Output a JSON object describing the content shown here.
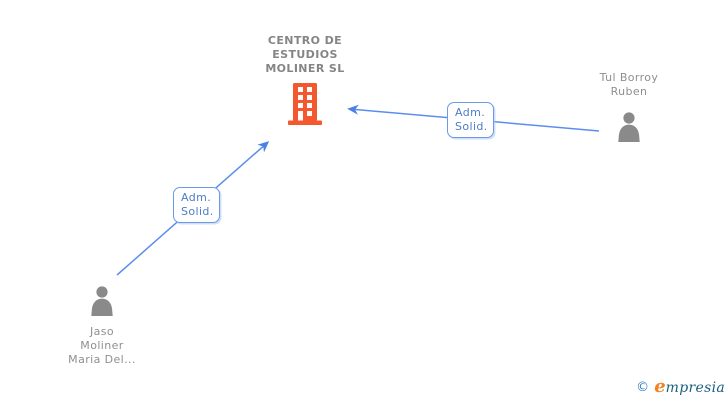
{
  "diagram": {
    "company": {
      "name": "CENTRO DE ESTUDIOS MOLINER SL",
      "lines": [
        "CENTRO DE",
        "ESTUDIOS",
        "MOLINER SL"
      ],
      "icon": "building-icon",
      "icon_color": "#f4582e"
    },
    "persons": [
      {
        "name": "Tul Borroy Ruben",
        "lines": [
          "Tul Borroy",
          "Ruben"
        ],
        "icon": "person-icon",
        "icon_color": "#8a8a8a"
      },
      {
        "name": "Jaso Moliner Maria Del...",
        "lines": [
          "Jaso",
          "Moliner",
          "Maria Del..."
        ],
        "icon": "person-icon",
        "icon_color": "#8a8a8a"
      }
    ],
    "edges": [
      {
        "from": "Tul Borroy Ruben",
        "to": "CENTRO DE ESTUDIOS MOLINER SL",
        "label": "Adm. Solid.",
        "direction": "arrow-points-to-company"
      },
      {
        "from": "Jaso Moliner Maria Del...",
        "to": "CENTRO DE ESTUDIOS MOLINER SL",
        "label": "Adm. Solid.",
        "direction": "arrow-points-to-company"
      }
    ],
    "colors": {
      "edge_line": "#5b8def",
      "edge_label_text": "#4d7cc7",
      "edge_label_border": "#6b9ae8",
      "company_text": "#858585",
      "person_text": "#8f8f8f",
      "building": "#f4582e",
      "person": "#8a8a8a"
    }
  },
  "footer": {
    "copyright": "©",
    "brand_initial": "e",
    "brand_rest": "mpresia"
  }
}
